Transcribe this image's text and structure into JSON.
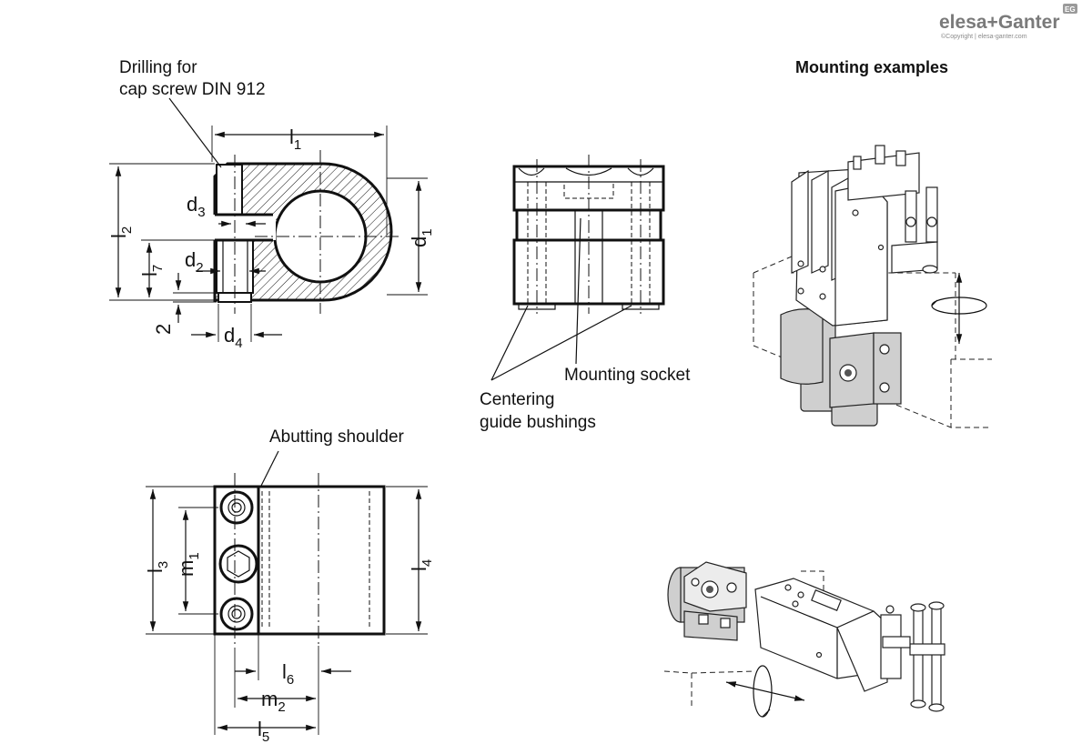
{
  "brand": {
    "logo_text": "elesa+Ganter",
    "copyright": "©Copyright | elesa-ganter.com",
    "badge": "EG",
    "logo_color": "#7a7a7a"
  },
  "heading": "Mounting examples",
  "callouts": {
    "drilling_line1": "Drilling for",
    "drilling_line2": "cap screw DIN 912",
    "mounting_socket": "Mounting socket",
    "centering_line1": "Centering",
    "centering_line2": "guide bushings",
    "abutting_shoulder": "Abutting shoulder"
  },
  "dimensions": {
    "l1": {
      "base": "l",
      "sub": "1"
    },
    "l2": {
      "base": "l",
      "sub": "2"
    },
    "l3": {
      "base": "l",
      "sub": "3"
    },
    "l4": {
      "base": "l",
      "sub": "4"
    },
    "l5": {
      "base": "l",
      "sub": "5"
    },
    "l6": {
      "base": "l",
      "sub": "6"
    },
    "l7": {
      "base": "l",
      "sub": "7"
    },
    "d1": {
      "base": "d",
      "sub": "1"
    },
    "d2": {
      "base": "d",
      "sub": "2"
    },
    "d3": {
      "base": "d",
      "sub": "3"
    },
    "d4": {
      "base": "d",
      "sub": "4"
    },
    "m1": {
      "base": "m",
      "sub": "1"
    },
    "m2": {
      "base": "m",
      "sub": "2"
    },
    "two": "2"
  }
}
